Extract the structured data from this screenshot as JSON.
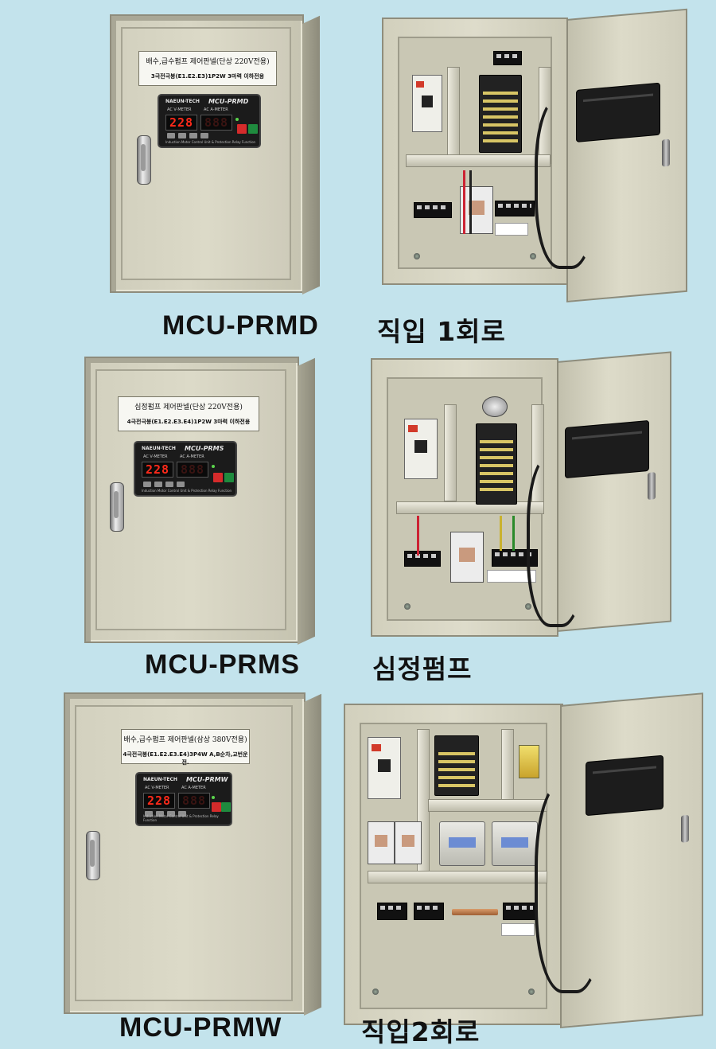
{
  "products": [
    {
      "model": "MCU-PRMD",
      "type_label": "직입 1회로",
      "nameplate_line1": "배수,급수펌프 제어판넬(단상 220V전용)",
      "nameplate_line2": "3극전극봉(E1.E2.E3)1P2W 3마력 이하전용",
      "controller_model": "MCU-PRMD",
      "display_value": "228"
    },
    {
      "model": "MCU-PRMS",
      "type_label": "심정펌프",
      "nameplate_line1": "심정펌프 제어판넬(단상 220V전용)",
      "nameplate_line2": "4극전극봉(E1.E2.E3.E4)1P2W 3마력 이하전용",
      "controller_model": "MCU-PRMS",
      "display_value": "228"
    },
    {
      "model": "MCU-PRMW",
      "type_label": "직입2회로",
      "nameplate_line1": "배수,급수펌프 제어판넬(삼상 380V전용)",
      "nameplate_line2": "4극전극봉(E1.E2.E3.E4)3P4W A,B순차,교번운전.",
      "controller_model": "MCU-PRMW",
      "display_value": "228"
    }
  ],
  "controller": {
    "brand": "NAEUN-TECH",
    "voltmeter_label": "AC V-METER",
    "ammeter_label": "AC A-METER",
    "footer": "Induction Motor Control Unit & Protection Relay Function"
  },
  "colors": {
    "background": "#c3e3ec",
    "cabinet": "#d3d1bf",
    "display": "#ff2a1a"
  }
}
